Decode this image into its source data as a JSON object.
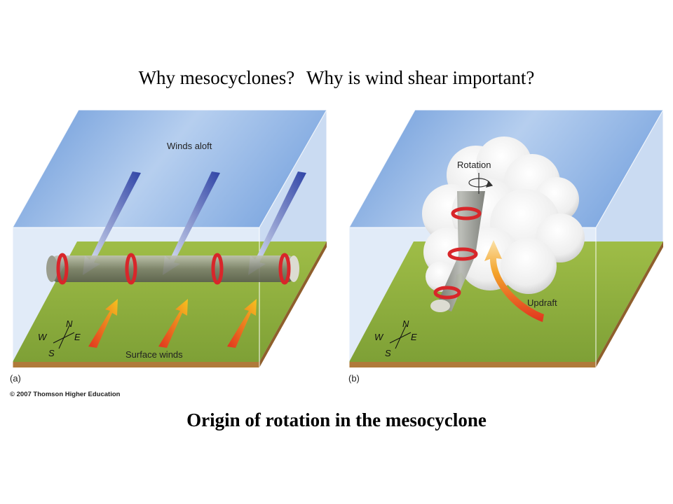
{
  "questions": {
    "q1": "Why mesocyclones?",
    "q2": "Why is wind shear important?"
  },
  "panel_a": {
    "letter": "(a)",
    "winds_aloft": "Winds aloft",
    "surface_winds": "Surface winds",
    "compass": {
      "n": "N",
      "s": "S",
      "e": "E",
      "w": "W"
    }
  },
  "panel_b": {
    "letter": "(b)",
    "rotation": "Rotation",
    "updraft": "Updraft",
    "compass": {
      "n": "N",
      "s": "S",
      "e": "E",
      "w": "W"
    }
  },
  "copyright": "© 2007 Thomson Higher Education",
  "caption": "Origin of rotation in the mesocyclone",
  "colors": {
    "sky_top": "#5b8fd6",
    "sky_bottom": "#dbe8f7",
    "ground": "#8fae3a",
    "ground_edge": "#b07a3a",
    "arrow_aloft": "#3f56b0",
    "arrow_surface": "#e8641c",
    "ring": "#d8262a"
  }
}
